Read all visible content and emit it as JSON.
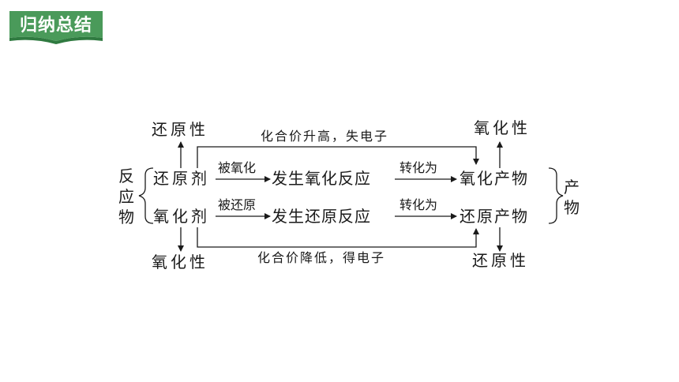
{
  "badge": {
    "label": "归纳总结",
    "color": "#4a9a5a"
  },
  "diagram": {
    "left_group": [
      "反",
      "应",
      "物"
    ],
    "right_group": [
      "产",
      "物"
    ],
    "reductant": "还原剂",
    "oxidant": "氧化剂",
    "reductant_property": "还原性",
    "oxidant_property": "氧化性",
    "edge_oxidized": "被氧化",
    "edge_reduced": "被还原",
    "oxidation_reaction": "发生氧化反应",
    "reduction_reaction": "发生还原反应",
    "transform_top": "转化为",
    "transform_bottom": "转化为",
    "oxidation_product": "氧化产物",
    "reduction_product": "还原产物",
    "oxidation_product_property": "氧化性",
    "reduction_product_property": "还原性",
    "top_loop_label": "化合价升高，失电子",
    "bottom_loop_label": "化合价降低，得电子"
  }
}
